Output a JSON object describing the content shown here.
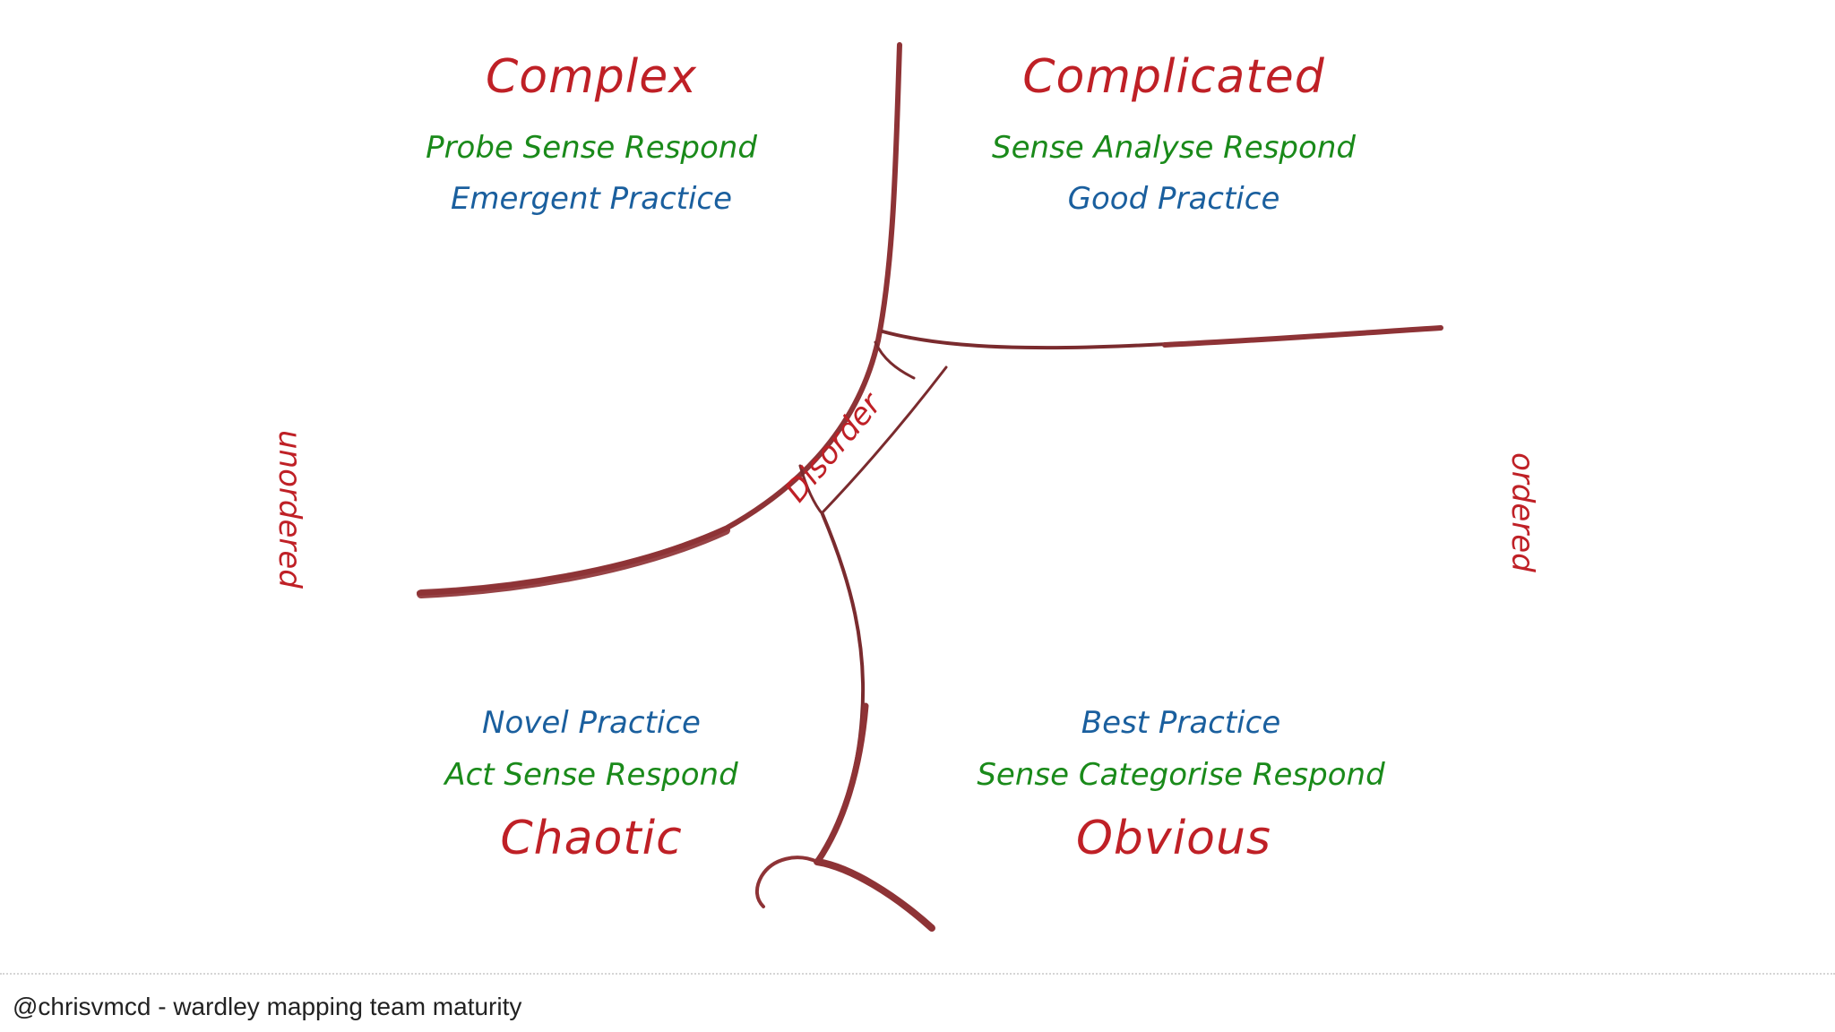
{
  "diagram": {
    "title_semantic": "cynefin-framework",
    "colors": {
      "domain_red": "#bf2026",
      "response_green": "#1a8a1a",
      "practice_blue": "#1a5f9e",
      "curve_dark_red": "#8e3336",
      "curve_thin": "#7a2b2e",
      "background": "#ffffff",
      "footer_text": "#222222",
      "footer_rule": "#d5d5d5"
    },
    "quadrants": [
      {
        "key": "complex",
        "name": "Complex",
        "response": "Probe Sense Respond",
        "practice": "Emergent Practice",
        "position": "top-left"
      },
      {
        "key": "complicated",
        "name": "Complicated",
        "response": "Sense Analyse Respond",
        "practice": "Good Practice",
        "position": "top-right"
      },
      {
        "key": "chaotic",
        "name": "Chaotic",
        "response": "Act Sense Respond",
        "practice": "Novel Practice",
        "position": "bottom-left"
      },
      {
        "key": "obvious",
        "name": "Obvious",
        "response": "Sense Categorise Respond",
        "practice": "Best Practice",
        "position": "bottom-right"
      }
    ],
    "center": {
      "label": "Disorder"
    },
    "axes": {
      "left": "unordered",
      "right": "ordered"
    }
  },
  "footer": {
    "text": "@chrisvmcd - wardley mapping team maturity"
  }
}
